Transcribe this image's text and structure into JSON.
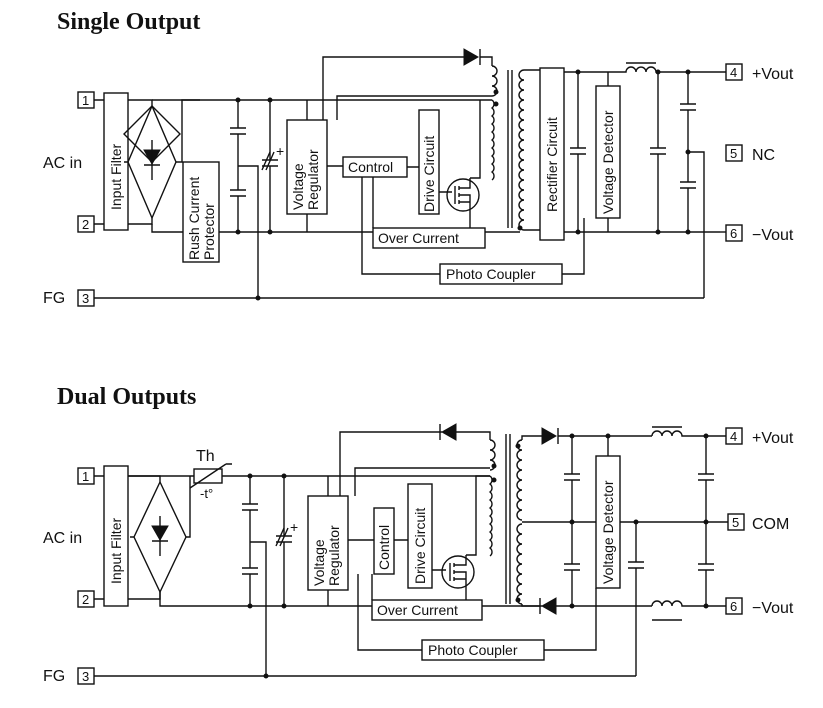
{
  "single": {
    "title": "Single Output",
    "ac_in": "AC in",
    "fg": "FG",
    "pins": [
      "1",
      "2",
      "3",
      "4",
      "5",
      "6"
    ],
    "input_filter": "Input Filter",
    "rush_line1": "Rush Current",
    "rush_line2": "Protector",
    "vreg_line1": "Voltage",
    "vreg_line2": "Regulator",
    "control": "Control",
    "drive": "Drive Circuit",
    "over_current": "Over Current",
    "photo_coupler": "Photo Coupler",
    "rectifier": "Rectifier Circuit",
    "vdet": "Voltage Detector",
    "plus": "+",
    "out_plus": "+Vout",
    "out_nc": "NC",
    "out_minus": "−Vout"
  },
  "dual": {
    "title": "Dual Outputs",
    "ac_in": "AC in",
    "fg": "FG",
    "pins": [
      "1",
      "2",
      "3",
      "4",
      "5",
      "6"
    ],
    "input_filter": "Input Filter",
    "th": "Th",
    "th_temp": "-t°",
    "vreg_line1": "Voltage",
    "vreg_line2": "Regulator",
    "control": "Control",
    "drive": "Drive Circuit",
    "over_current": "Over Current",
    "photo_coupler": "Photo Coupler",
    "vdet": "Voltage Detector",
    "plus": "+",
    "out_plus": "+Vout",
    "out_com": "COM",
    "out_minus": "−Vout"
  }
}
